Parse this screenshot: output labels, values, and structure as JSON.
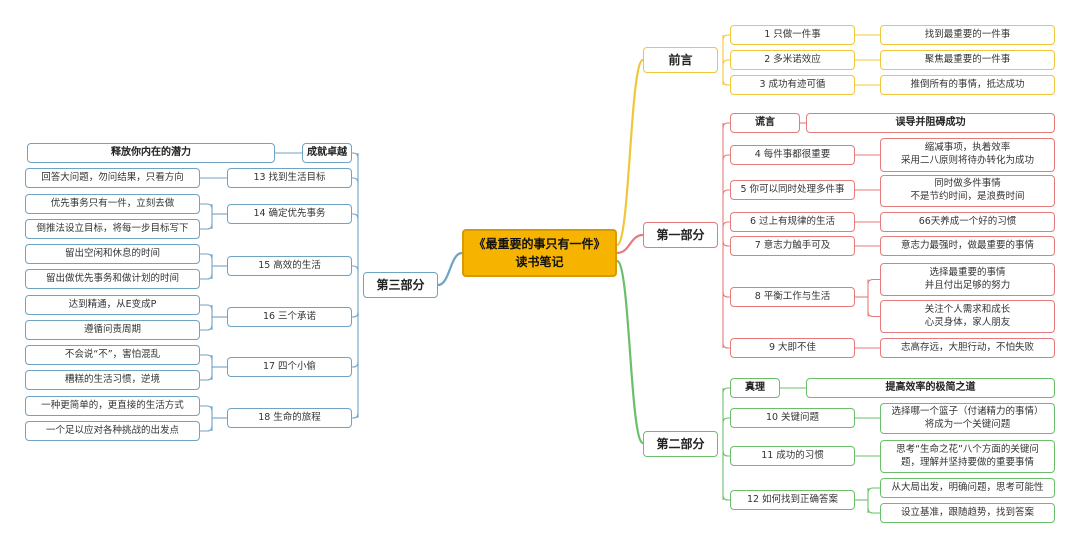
{
  "center": {
    "line1": "《最重要的事只有一件》",
    "line2": "读书笔记"
  },
  "colors": {
    "yellow": "#f0c63a",
    "red": "#e57b7b",
    "green": "#6bbf6b",
    "blue": "#6fa3c4"
  },
  "preface": {
    "label": "前言",
    "items": [
      {
        "left": "1 只做一件事",
        "right": "找到最重要的一件事"
      },
      {
        "left": "2 多米诺效应",
        "right": "聚焦最重要的一件事"
      },
      {
        "left": "3 成功有迹可循",
        "right": "推倒所有的事情，抵达成功"
      }
    ]
  },
  "part1": {
    "label": "第一部分",
    "tag": "谎言",
    "tag_right": "误导并阻碍成功",
    "items": [
      {
        "left": "4 每件事都很重要",
        "right": [
          "缩减事项，执着效率\n采用二八原则将待办转化为成功"
        ]
      },
      {
        "left": "5 你可以同时处理多件事",
        "right": [
          "同时做多件事情\n不是节约时间，是浪费时间"
        ]
      },
      {
        "left": "6 过上有规律的生活",
        "right": [
          "66天养成一个好的习惯"
        ]
      },
      {
        "left": "7 意志力触手可及",
        "right": [
          "意志力最强时，做最重要的事情"
        ]
      },
      {
        "left": "8 平衡工作与生活",
        "right": [
          "选择最重要的事情\n并且付出足够的努力",
          "关注个人需求和成长\n心灵身体，家人朋友"
        ]
      },
      {
        "left": "9 大即不佳",
        "right": [
          "志高存远，大胆行动，不怕失败"
        ]
      }
    ]
  },
  "part2": {
    "label": "第二部分",
    "tag": "真理",
    "tag_right": "提高效率的极简之道",
    "items": [
      {
        "left": "10 关键问题",
        "right": [
          "选择哪一个篮子（付诸精力的事情）\n将成为一个关键问题"
        ]
      },
      {
        "left": "11 成功的习惯",
        "right": [
          "思考“生命之花”八个方面的关键问\n题，理解并坚持要做的重要事情"
        ]
      },
      {
        "left": "12 如何找到正确答案",
        "right": [
          "从大局出发，明确问题，思考可能性",
          "设立基准，跟随趋势，找到答案"
        ]
      }
    ]
  },
  "part3": {
    "label": "第三部分",
    "tag": "成就卓越",
    "tag_left": "释放你内在的潜力",
    "items": [
      {
        "right": "13 找到生活目标",
        "left": [
          "回答大问题，勿问结果，只看方向"
        ]
      },
      {
        "right": "14 确定优先事务",
        "left": [
          "优先事务只有一件，立刻去做",
          "倒推法设立目标，将每一步目标写下"
        ]
      },
      {
        "right": "15 高效的生活",
        "left": [
          "留出空闲和休息的时间",
          "留出做优先事务和做计划的时间"
        ]
      },
      {
        "right": "16 三个承诺",
        "left": [
          "达到精通，从E变成P",
          "遵循问责周期"
        ]
      },
      {
        "right": "17 四个小偷",
        "left": [
          "不会说“不”，害怕混乱",
          "糟糕的生活习惯，逆境"
        ]
      },
      {
        "right": "18 生命的旅程",
        "left": [
          "一种更简单的，更直接的生活方式",
          "一个足以应对各种挑战的出发点"
        ]
      }
    ]
  }
}
